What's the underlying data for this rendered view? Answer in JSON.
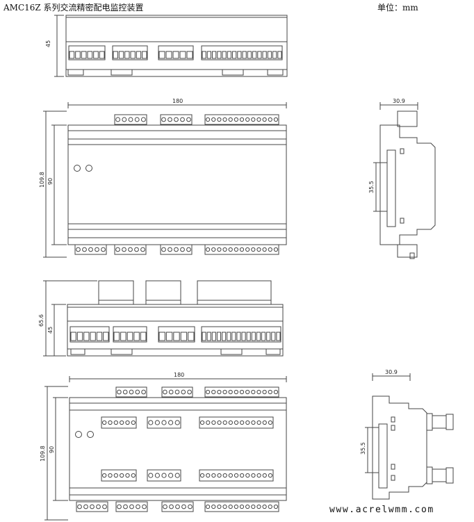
{
  "header": {
    "title": "AMC16Z  系列交流精密配电监控装置",
    "unit": "单位：mm"
  },
  "dimensions": {
    "top1_height": "45",
    "front1_width": "180",
    "front1_outer_height": "109.8",
    "front1_inner_height": "90",
    "side1_depth": "30.9",
    "side1_rail": "35.5",
    "top2_outer_height": "65.6",
    "top2_inner_height": "45",
    "front2_width": "180",
    "front2_outer_height": "109.8",
    "front2_inner_height": "90",
    "side2_depth": "30.9",
    "side2_rail": "35.5"
  },
  "footer": {
    "url": "www.acrelwmm.com"
  }
}
